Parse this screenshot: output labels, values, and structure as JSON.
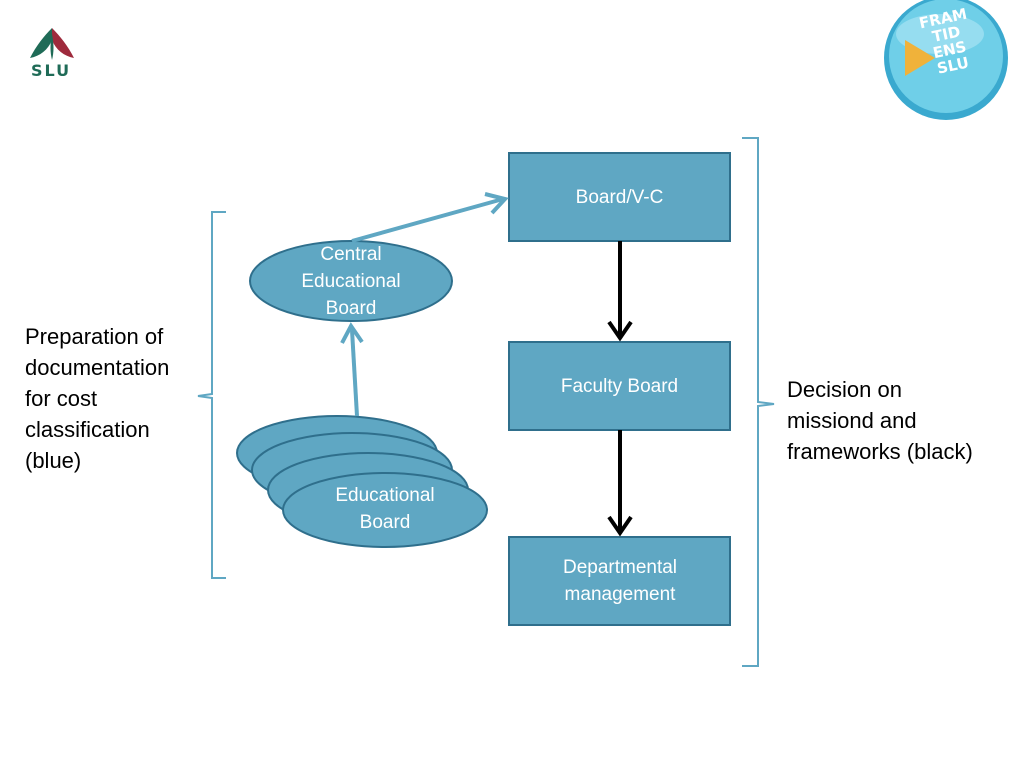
{
  "logo": {
    "text": "SLU",
    "color": "#1f6b57",
    "leaf_colors": [
      "#1f6b57",
      "#9e2a3c"
    ],
    "icon": "slu-leaf-icon"
  },
  "badge": {
    "text": "FRAM\nTID\nENS\nSLU",
    "color": "#5bc4e0",
    "icon": "framtidens-slu-badge-icon"
  },
  "colors": {
    "node_fill": "#5fa7c3",
    "node_stroke": "#2f6f8c",
    "blue_arrow": "#5fa7c3",
    "black_arrow": "#000000",
    "bracket": "#5fa7c3"
  },
  "nodes": {
    "board_vc": "Board/V-C",
    "faculty_board": "Faculty Board",
    "departmental_management": "Departmental management",
    "central_educational_board": "Central Educational Board",
    "educational_board": "Educational Board"
  },
  "labels": {
    "left": "Preparation of\ndocumentation\nfor cost\nclassification\n(blue)",
    "right": "Decision on\nmissiond and\nframeworks (black)"
  }
}
